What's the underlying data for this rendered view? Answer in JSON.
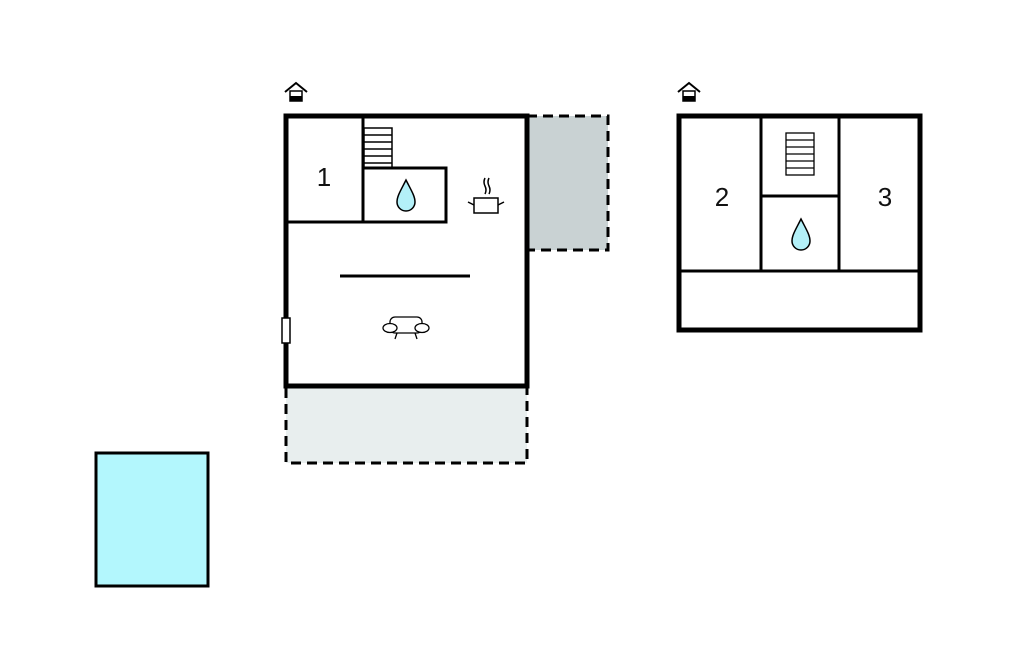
{
  "floors": [
    {
      "name": "ground-floor",
      "rooms": [
        {
          "label": "1"
        }
      ],
      "icons": [
        "entrance-icon",
        "stairs-icon",
        "bathroom-water-icon",
        "kitchen-pot-icon",
        "sofa-icon",
        "door-icon"
      ]
    },
    {
      "name": "upper-floor",
      "rooms": [
        {
          "label": "2"
        },
        {
          "label": "3"
        }
      ],
      "icons": [
        "entrance-icon",
        "stairs-icon",
        "bathroom-water-icon"
      ]
    }
  ],
  "colors": {
    "wall": "#000000",
    "water": "#b3f0f8",
    "pool": "#b3f7fd",
    "terrace_side": "#c9d2d3",
    "terrace_front": "#e8eeee"
  }
}
